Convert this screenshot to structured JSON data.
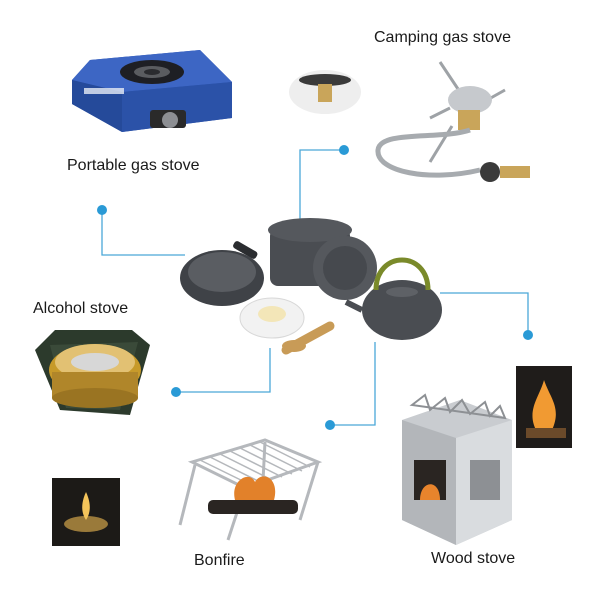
{
  "labels": {
    "camping_gas_stove": "Camping gas stove",
    "portable_gas_stove": "Portable gas stove",
    "alcohol_stove": "Alcohol stove",
    "bonfire": "Bonfire",
    "wood_stove": "Wood stove"
  },
  "colors": {
    "connector": "#4aa8d8",
    "dot": "#2a9ad6",
    "cookware_dark": "#4a4d52",
    "kettle_handle": "#7a8a2a",
    "stove_blue": "#2f56b0",
    "brass": "#c79a2a",
    "steel": "#b9bcc0"
  }
}
